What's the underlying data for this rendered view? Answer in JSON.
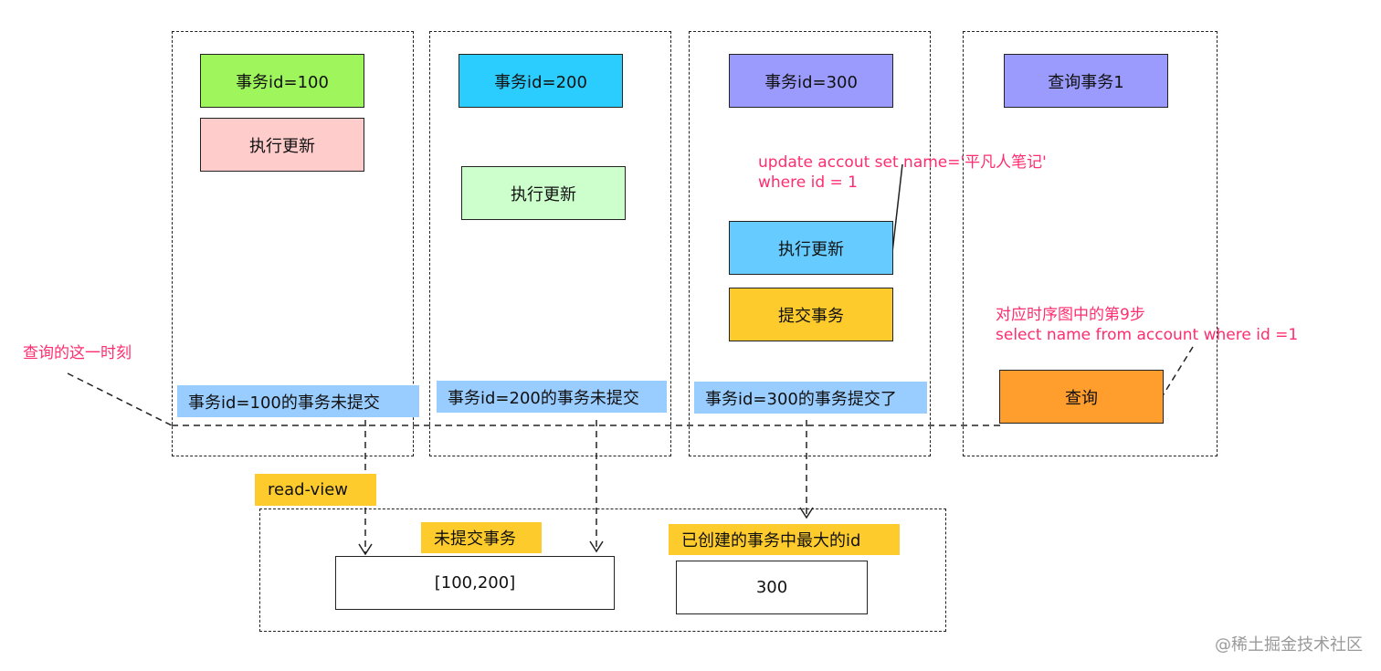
{
  "columns": {
    "tx100": {
      "header": "事务id=100",
      "action": "执行更新",
      "status": "事务id=100的事务未提交"
    },
    "tx200": {
      "header": "事务id=200",
      "action": "执行更新",
      "status": "事务id=200的事务未提交"
    },
    "tx300": {
      "header": "事务id=300",
      "note_line1": "update accout set name='平凡人笔记'",
      "note_line2": "where id = 1",
      "action": "执行更新",
      "commit": "提交事务",
      "status": "事务id=300的事务提交了"
    },
    "query": {
      "header": "查询事务1",
      "note_line1": "对应时序图中的第9步",
      "note_line2": "select name from account where id =1",
      "action": "查询"
    }
  },
  "moment_label": "查询的这一时刻",
  "read_view": {
    "tag": "read-view",
    "uncommitted_label": "未提交事务",
    "uncommitted_value": "[100,200]",
    "max_id_label": "已创建的事务中最大的id",
    "max_id_value": "300"
  },
  "watermark": "@稀土掘金技术社区",
  "colors": {
    "green": "#9ef55c",
    "pink": "#ffcccc",
    "cyan": "#2bcdff",
    "light_green": "#ccffcc",
    "lavender": "#9b9bfd",
    "sky": "#66ccff",
    "yellow": "#fdcb2c",
    "orange": "#ff9d2d",
    "status_blue": "#99ccff",
    "annotation_red": "#ff2d6f"
  }
}
